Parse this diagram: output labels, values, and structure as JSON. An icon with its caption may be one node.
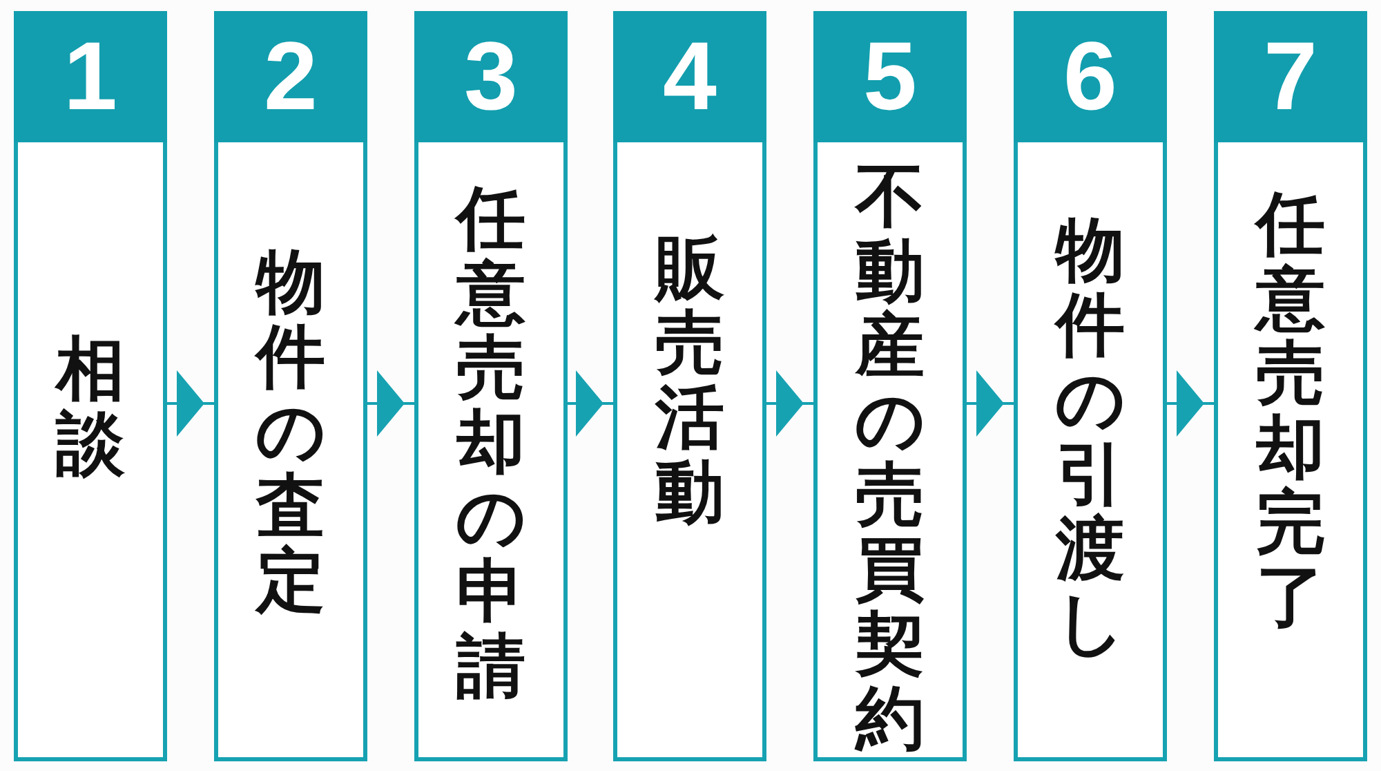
{
  "diagram": {
    "nodes": [
      {
        "text": [
          "1",
          "相談"
        ]
      },
      {
        "text": [
          "2",
          "物件の査定"
        ]
      },
      {
        "text": [
          "3",
          "任意売却の申請"
        ]
      },
      {
        "text": [
          "4",
          "販売活動"
        ]
      },
      {
        "text": [
          "5",
          "不動産の売買契約"
        ]
      },
      {
        "text": [
          "6",
          "物件の引渡し"
        ]
      },
      {
        "text": [
          "7",
          "任意売却完了"
        ]
      }
    ],
    "edges": [
      {
        "from": 0,
        "to": 1,
        "arrow": "to"
      },
      {
        "from": 1,
        "to": 2,
        "arrow": "to"
      },
      {
        "from": 2,
        "to": 3,
        "arrow": "to"
      },
      {
        "from": 3,
        "to": 4,
        "arrow": "to"
      },
      {
        "from": 4,
        "to": 5,
        "arrow": "to"
      },
      {
        "from": 5,
        "to": 6,
        "arrow": "to"
      }
    ]
  }
}
